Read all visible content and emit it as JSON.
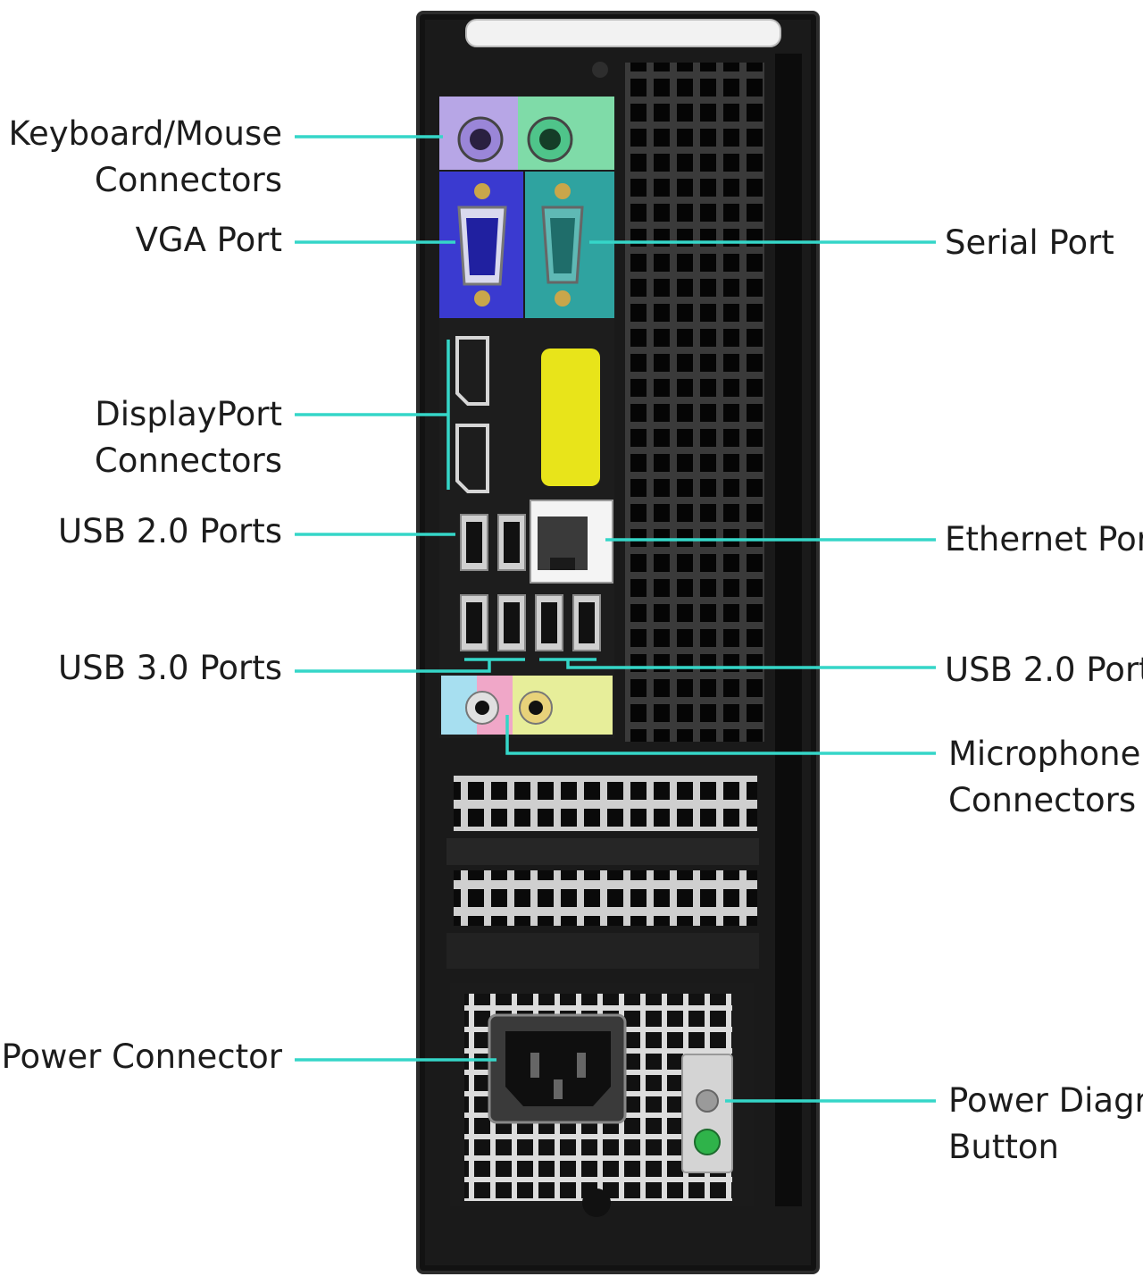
{
  "diagram": {
    "subject": "Desktop computer rear panel",
    "leader_color": "#35d6c8",
    "colors": {
      "chassis": "#141414",
      "ps2_keyboard": "#b7a6e6",
      "ps2_mouse": "#7fdba8",
      "vga_panel": "#3a3ad0",
      "serial_panel": "#2fa3a0",
      "audio_line_in": "#a7dff0",
      "audio_line_out": "#e7ee9a",
      "audio_mic": "#f0a7c8",
      "displayport_cover": "#e8e41a",
      "diagnostic_led": "#2fb34a"
    },
    "left_labels": [
      {
        "id": "keyboard-mouse",
        "lines": [
          "Keyboard/Mouse",
          "Connectors"
        ]
      },
      {
        "id": "vga",
        "lines": [
          "VGA Port"
        ]
      },
      {
        "id": "displayport",
        "lines": [
          "DisplayPort",
          "Connectors"
        ]
      },
      {
        "id": "usb2-top",
        "lines": [
          "USB 2.0 Ports"
        ]
      },
      {
        "id": "usb3",
        "lines": [
          "USB 3.0 Ports"
        ]
      },
      {
        "id": "power-connector",
        "lines": [
          "Power Connector"
        ]
      }
    ],
    "right_labels": [
      {
        "id": "serial",
        "lines": [
          "Serial Port"
        ]
      },
      {
        "id": "ethernet",
        "lines": [
          "Ethernet Por"
        ]
      },
      {
        "id": "usb2-bottom",
        "lines": [
          "USB 2.0 Port"
        ]
      },
      {
        "id": "microphone",
        "lines": [
          "Microphone",
          "Connectors"
        ]
      },
      {
        "id": "power-diag",
        "lines": [
          "Power Diagr",
          "Button"
        ]
      }
    ]
  }
}
